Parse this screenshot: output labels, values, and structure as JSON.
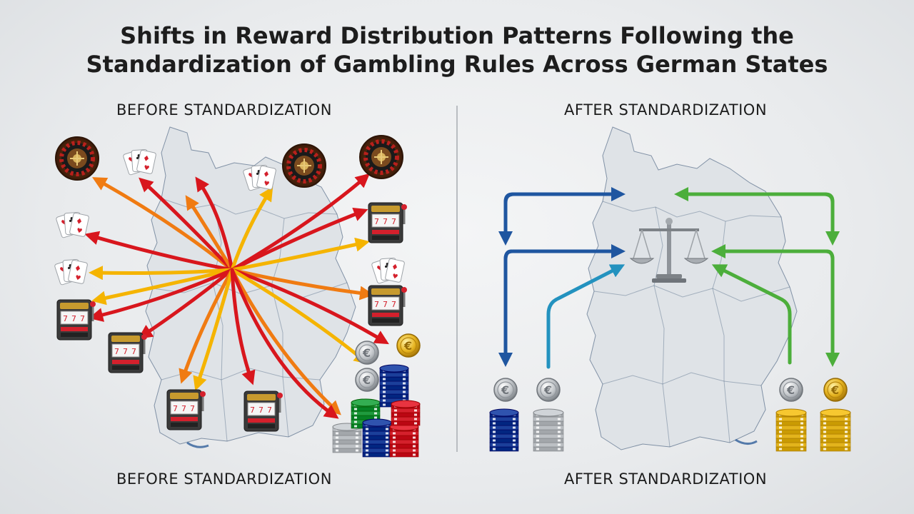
{
  "title": {
    "line1": "Shifts in Reward Distribution Patterns Following the",
    "line2": "Standardization of Gambling Rules Across German States"
  },
  "panels": {
    "before": {
      "label_top": "BEFORE STANDARDIZATION",
      "label_bottom": "BEFORE STANDARDIZATION",
      "arrow_colors": [
        "#d8161d",
        "#f07b12",
        "#f5b400"
      ]
    },
    "after": {
      "label_top": "AFTER STANDARDIZATION",
      "label_bottom": "AFTER STANDARDIZATION",
      "arrow_colors": [
        "#1f56a0",
        "#2392bf",
        "#4cae3b"
      ],
      "center_icon": "scales-of-justice-icon"
    }
  },
  "icons": {
    "roulette": "roulette-wheel-icon",
    "cards": "playing-cards-icon",
    "slot": "slot-machine-icon",
    "coin": "euro-coin-icon",
    "chips": "chip-stack-icon"
  },
  "euro_symbol": "€",
  "chip_colors": {
    "green": "#1f9a3e",
    "blue": "#1b3f9a",
    "red": "#d4202c",
    "silver": "#bcc0c4",
    "gold": "#e3b41c"
  }
}
